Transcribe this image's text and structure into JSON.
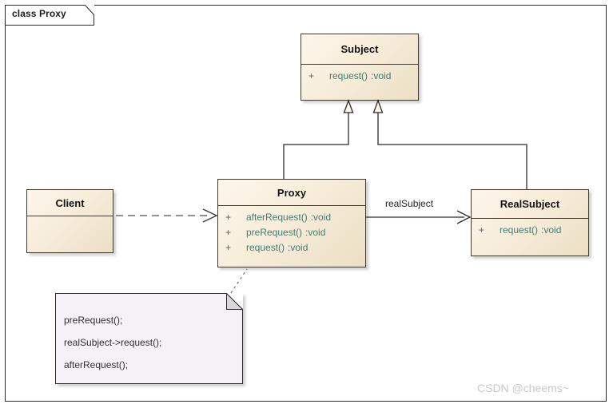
{
  "frame": {
    "label": "class Proxy"
  },
  "classes": [
    {
      "key": "subject",
      "name": "Subject",
      "members": [
        {
          "visibility": "+",
          "name": "request()",
          "type": ":void"
        }
      ]
    },
    {
      "key": "proxy",
      "name": "Proxy",
      "members": [
        {
          "visibility": "+",
          "name": "afterRequest()",
          "type": ":void"
        },
        {
          "visibility": "+",
          "name": "preRequest()",
          "type": ":void"
        },
        {
          "visibility": "+",
          "name": "request()",
          "type": ":void"
        }
      ]
    },
    {
      "key": "realsubject",
      "name": "RealSubject",
      "members": [
        {
          "visibility": "+",
          "name": "request()",
          "type": ":void"
        }
      ]
    },
    {
      "key": "client",
      "name": "Client",
      "members": []
    }
  ],
  "note": {
    "lines": [
      "preRequest();",
      "realSubject->request();",
      "afterRequest();"
    ]
  },
  "edges": {
    "association_label": "realSubject",
    "generalization_proxy": "Proxy inherits Subject",
    "generalization_realsubject": "RealSubject inherits Subject",
    "dependency_client": "Client depends on Proxy",
    "note_anchor": "note attached to Proxy"
  },
  "watermark": {
    "text": "CSDN @cheems~"
  },
  "colors": {
    "class_fill_light": "#fdf6ea",
    "class_fill_dark": "#ecdfc4",
    "class_border": "#403a2f",
    "member_text": "#3f7d72",
    "title_text": "#141414",
    "note_fill": "#f4f2f7",
    "line": "#2b2b2b",
    "dependency_line": "#6e6e6e",
    "watermark": "#c9c9c9"
  }
}
